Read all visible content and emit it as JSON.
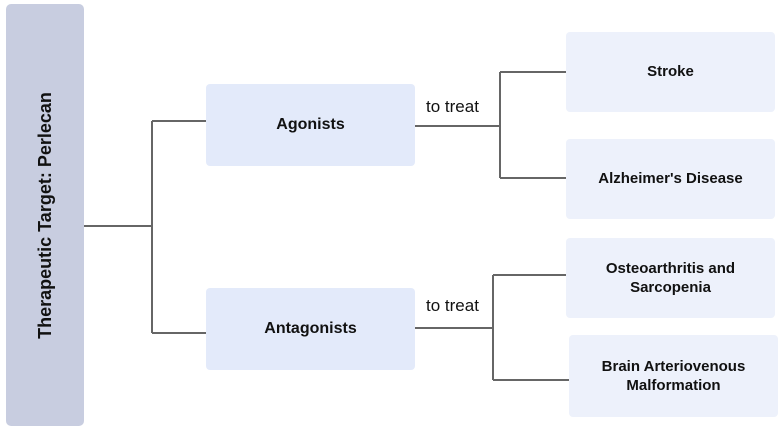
{
  "root": {
    "label": "Therapeutic Target: Perlecan"
  },
  "branches": [
    {
      "label": "Agonists",
      "connector": "to treat",
      "targets": [
        "Stroke",
        "Alzheimer's Disease"
      ]
    },
    {
      "label": "Antagonists",
      "connector": "to treat",
      "targets": [
        "Osteoarthritis and Sarcopenia",
        "Brain Arteriovenous Malformation"
      ]
    }
  ],
  "colors": {
    "root_fill": "#c8cde0",
    "node_fill": "#e3eafa",
    "leaf_fill": "#edf1fb",
    "connector_line": "#666666"
  }
}
